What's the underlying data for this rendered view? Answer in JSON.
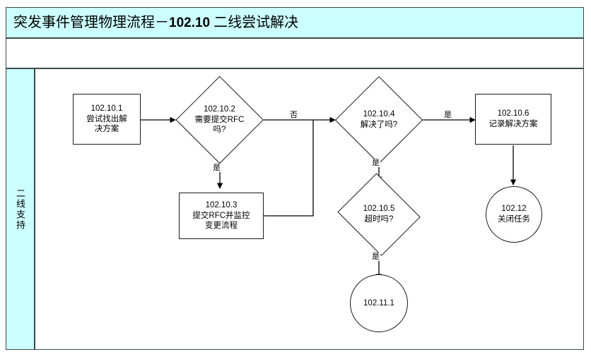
{
  "document": {
    "title_prefix": "突发事件管理物理流程－",
    "title_code": "102.10",
    "title_suffix": " 二线尝试解决",
    "title_full": "突发事件管理物理流程－102.10 二线尝试解决",
    "subheader": "",
    "colors": {
      "header_fill": "#ccffff",
      "lane_fill": "#ccffff",
      "frame_stroke": "#3a4a4a",
      "node_stroke": "#1a1a1a",
      "node_fill": "#ffffff",
      "connector": "#000000",
      "page_background": "#ffffff"
    }
  },
  "swimlane": {
    "label": "二线支持"
  },
  "chart_data": {
    "type": "flowchart",
    "title": "突发事件管理物理流程－102.10 二线尝试解决",
    "nodes": [
      {
        "id": "102.10.1",
        "shape": "process",
        "code": "102.10.1",
        "text": "尝试找出解\n决方案",
        "label": "102.10.1\n尝试找出解\n决方案"
      },
      {
        "id": "102.10.2",
        "shape": "decision",
        "code": "102.10.2",
        "text": "需要提交RFC\n吗?",
        "label": "102.10.2\n需要提交RFC\n吗?"
      },
      {
        "id": "102.10.3",
        "shape": "process",
        "code": "102.10.3",
        "text": "提交RFC并监控\n变更流程",
        "label": "102.10.3\n提交RFC并监控\n变更流程"
      },
      {
        "id": "102.10.4",
        "shape": "decision",
        "code": "102.10.4",
        "text": "解决了吗?",
        "label": "102.10.4\n解决了吗?"
      },
      {
        "id": "102.10.5",
        "shape": "decision",
        "code": "102.10.5",
        "text": "超时吗?",
        "label": "102.10.5\n超时吗?"
      },
      {
        "id": "102.10.6",
        "shape": "process",
        "code": "102.10.6",
        "text": "记录解决方案",
        "label": "102.10.6\n记录解决方案"
      },
      {
        "id": "102.12",
        "shape": "terminator",
        "code": "102.12",
        "text": "关闭任务",
        "label": "102.12\n关闭任务"
      },
      {
        "id": "102.11.1",
        "shape": "terminator",
        "code": "102.11.1",
        "text": "",
        "label": "102.11.1"
      }
    ],
    "edges": [
      {
        "from": "102.10.1",
        "to": "102.10.2",
        "label": ""
      },
      {
        "from": "102.10.2",
        "to": "102.10.4",
        "label": "否"
      },
      {
        "from": "102.10.2",
        "to": "102.10.3",
        "label": "是"
      },
      {
        "from": "102.10.3",
        "to": "102.10.4",
        "label": ""
      },
      {
        "from": "102.10.4",
        "to": "102.10.6",
        "label": "是"
      },
      {
        "from": "102.10.4",
        "to": "102.10.5",
        "label": "是"
      },
      {
        "from": "102.10.5",
        "to": "102.11.1",
        "label": "是"
      },
      {
        "from": "102.10.6",
        "to": "102.12",
        "label": ""
      }
    ],
    "edge_labels": {
      "no": "否",
      "yes": "是"
    }
  }
}
